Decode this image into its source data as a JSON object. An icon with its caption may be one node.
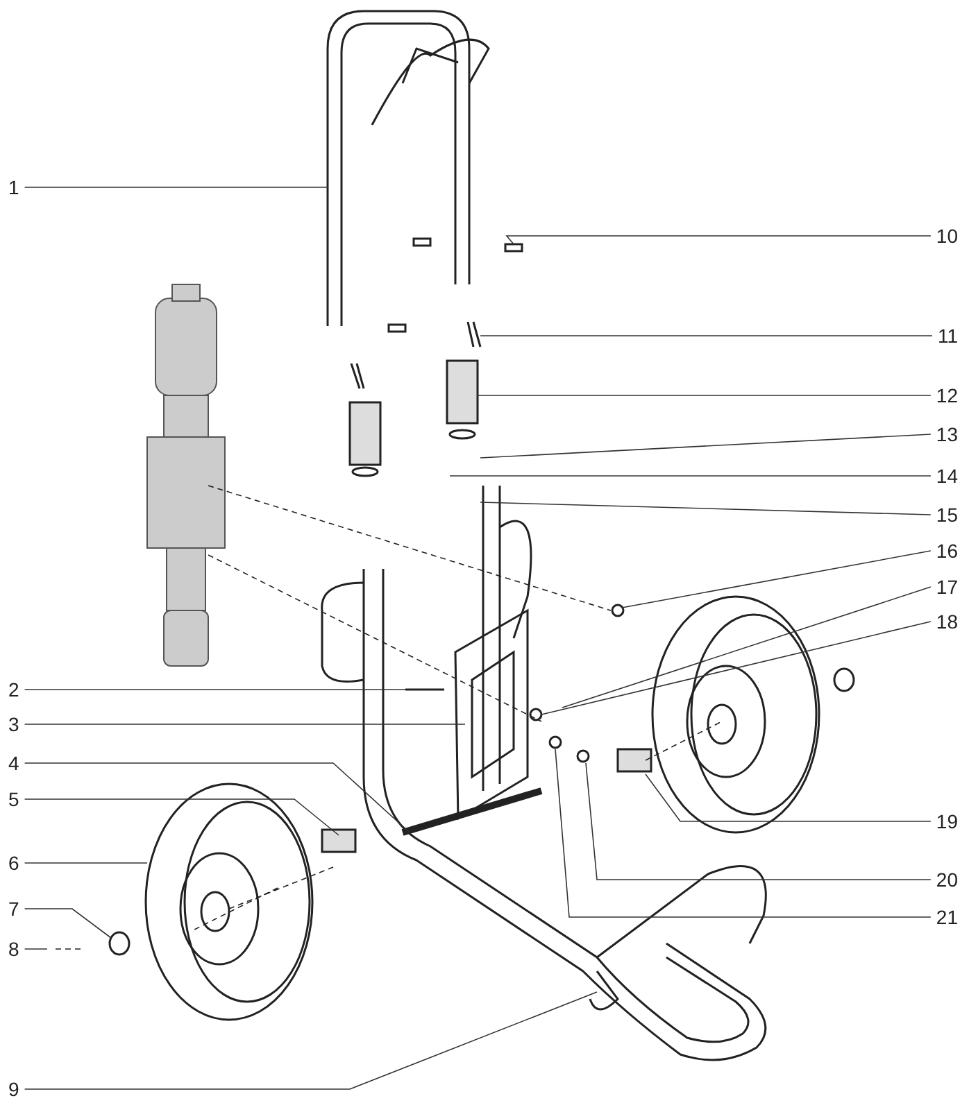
{
  "diagram": {
    "nodes": [
      {
        "text": [
          "1"
        ]
      },
      {
        "text": [
          "2"
        ]
      },
      {
        "text": [
          "3"
        ]
      },
      {
        "text": [
          "4"
        ]
      },
      {
        "text": [
          "5"
        ]
      },
      {
        "text": [
          "6"
        ]
      },
      {
        "text": [
          "7"
        ]
      },
      {
        "text": [
          "8"
        ]
      },
      {
        "text": [
          "9"
        ]
      },
      {
        "text": [
          "10"
        ]
      },
      {
        "text": [
          "11"
        ]
      },
      {
        "text": [
          "12"
        ]
      },
      {
        "text": [
          "13"
        ]
      },
      {
        "text": [
          "14"
        ]
      },
      {
        "text": [
          "15"
        ]
      },
      {
        "text": [
          "16"
        ]
      },
      {
        "text": [
          "17"
        ]
      },
      {
        "text": [
          "18"
        ]
      },
      {
        "text": [
          "19"
        ]
      },
      {
        "text": [
          "20"
        ]
      },
      {
        "text": [
          "21"
        ]
      }
    ],
    "edges": [
      {
        "from": 0,
        "to": null,
        "arrow": "none"
      },
      {
        "from": 1,
        "to": null,
        "arrow": "none"
      },
      {
        "from": 2,
        "to": null,
        "arrow": "none"
      },
      {
        "from": 3,
        "to": null,
        "arrow": "none"
      },
      {
        "from": 4,
        "to": null,
        "arrow": "none"
      },
      {
        "from": 5,
        "to": null,
        "arrow": "none"
      },
      {
        "from": 6,
        "to": null,
        "arrow": "none"
      },
      {
        "from": 7,
        "to": null,
        "arrow": "none"
      },
      {
        "from": 8,
        "to": null,
        "arrow": "none"
      },
      {
        "from": 9,
        "to": null,
        "arrow": "none"
      },
      {
        "from": 10,
        "to": null,
        "arrow": "none"
      },
      {
        "from": 11,
        "to": null,
        "arrow": "none"
      },
      {
        "from": 12,
        "to": null,
        "arrow": "none"
      },
      {
        "from": 13,
        "to": null,
        "arrow": "none"
      },
      {
        "from": 14,
        "to": null,
        "arrow": "none"
      },
      {
        "from": 15,
        "to": null,
        "arrow": "none"
      },
      {
        "from": 16,
        "to": null,
        "arrow": "none"
      },
      {
        "from": 17,
        "to": null,
        "arrow": "none"
      },
      {
        "from": 18,
        "to": null,
        "arrow": "none"
      },
      {
        "from": 19,
        "to": null,
        "arrow": "none"
      },
      {
        "from": 20,
        "to": null,
        "arrow": "none"
      }
    ]
  }
}
